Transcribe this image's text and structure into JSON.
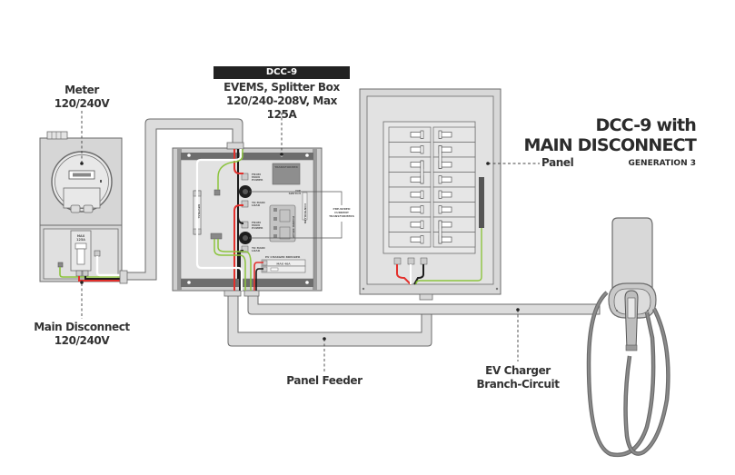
{
  "title": {
    "line1": "DCC-9 with",
    "line2": "MAIN DISCONNECT",
    "line3": "GENERATION 3"
  },
  "labels": {
    "meter": [
      "Meter",
      "120/240V"
    ],
    "dcc_badge": "DCC-9",
    "dcc": [
      "EVEMS, Splitter Box",
      "120/240-208V, Max 125A"
    ],
    "panel": "Panel",
    "main_disconnect": [
      "Main Disconnect",
      "120/240V"
    ],
    "panel_feeder": "Panel Feeder",
    "ev_branch": [
      "EV Charger",
      "Branch-Circuit"
    ]
  },
  "box_labels": {
    "transformer": "TRANSFORMER",
    "from_main_power": [
      "FROM",
      "MAIN",
      "POWER"
    ],
    "to_main_load": [
      "TO MAIN",
      "LOAD"
    ],
    "dip_switch": [
      "DIP",
      "SWITCH"
    ],
    "controller": "CONTROLLER",
    "power_relay": "POWER RELAY",
    "neutral": "NEUTRAL",
    "pre_wired": [
      "PRE-WIRED",
      "CURRENT",
      "TRANSFORMERS"
    ],
    "ev_charger_breaker": "EV CHARGER BREAKER",
    "max_40a": "MAX 40A",
    "max_125a": [
      "MAX",
      "125A"
    ]
  },
  "colors": {
    "conduit_fill": "#dcdcdc",
    "outline": "#6b6b6b",
    "box_fill": "#d4d4d4",
    "box_inner": "#e4e4e4",
    "wire_red": "#e3302c",
    "wire_black": "#1d1d1d",
    "wire_white": "#ffffff",
    "wire_green": "#8cc43e",
    "text": "#333333",
    "badge_bg": "#222222"
  }
}
